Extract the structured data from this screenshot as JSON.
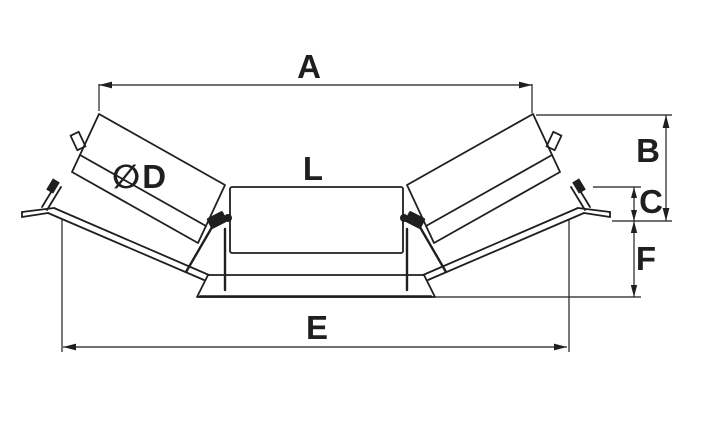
{
  "diagram": {
    "description": "Technical line drawing of a troughed conveyor belt idler set (three rollers on a channel frame) with dimension callouts",
    "labels": {
      "top_width": "A",
      "side_roller_height": "B",
      "center_step": "C",
      "roller_diameter": "D",
      "diameter_symbol": "∅",
      "base_width": "E",
      "frame_height": "F",
      "center_roller_length": "L"
    },
    "colors": {
      "line": "#1f1f1f",
      "background": "#ffffff"
    }
  }
}
